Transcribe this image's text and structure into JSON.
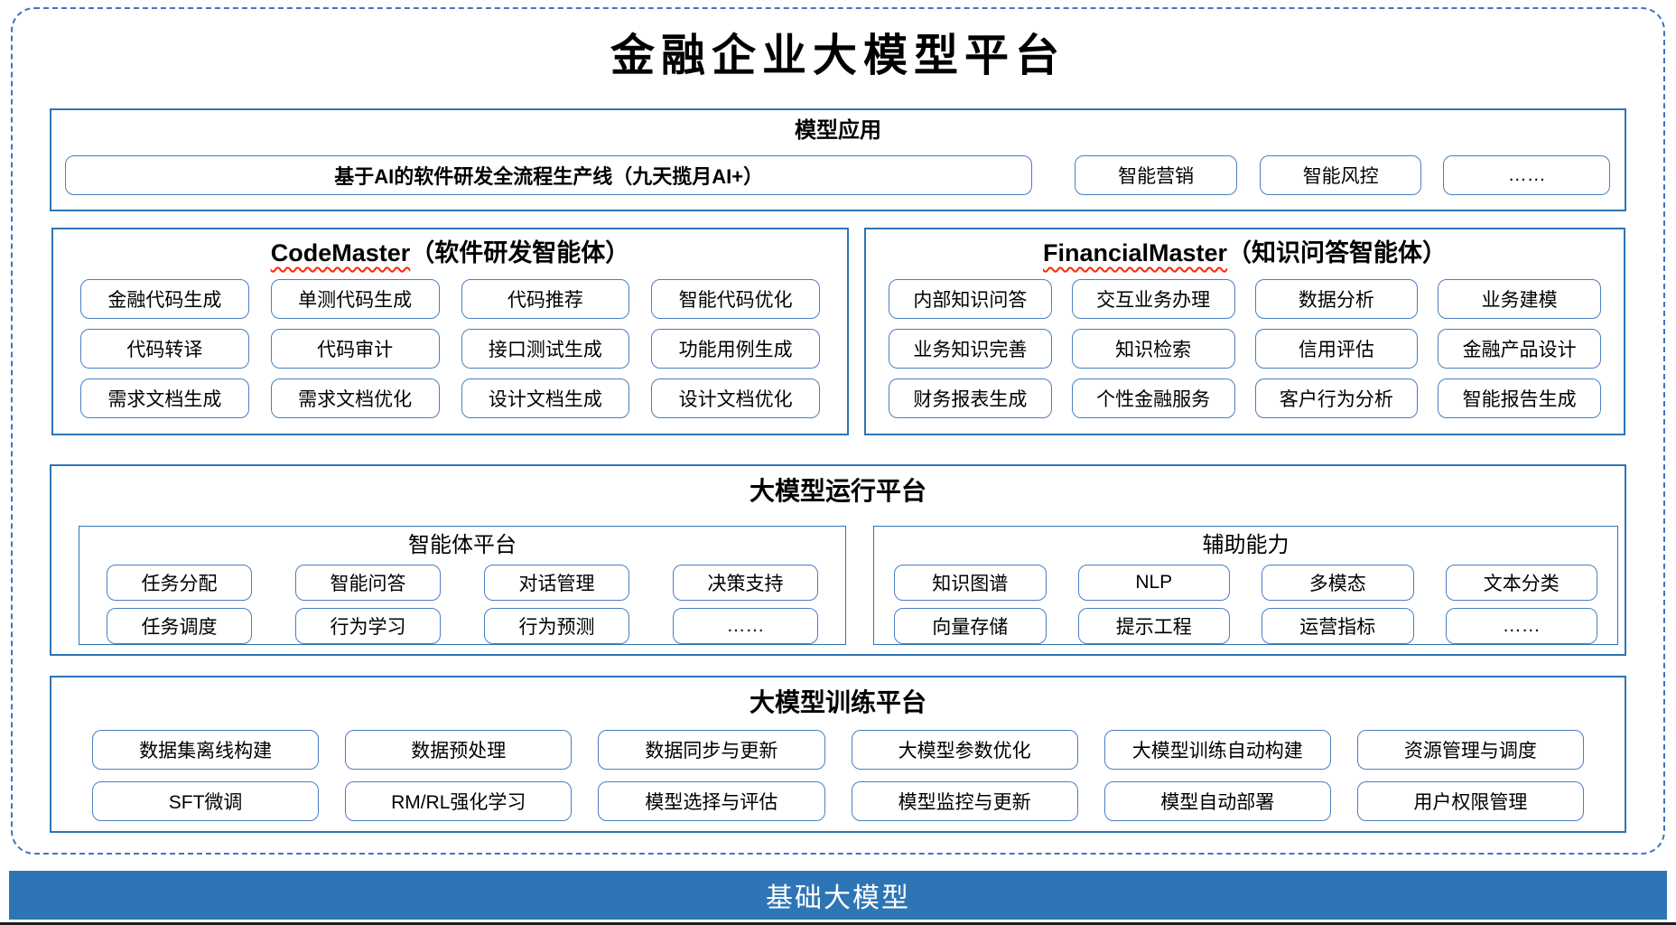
{
  "diagram": {
    "title": "金融企业大模型平台",
    "foundation_bar": "基础大模型"
  },
  "colors": {
    "section_border": "#2E75B6",
    "chip_border": "#4a7fc1",
    "dashed_border": "#4472C4",
    "bar_blue": "#2E75B6",
    "squiggle_red": "#FF2600"
  },
  "model_application": {
    "header": "模型应用",
    "main_item": "基于AI的软件研发全流程生产线（九天揽月AI+）",
    "items": [
      "智能营销",
      "智能风控",
      "……"
    ]
  },
  "agents": [
    {
      "name_en": "CodeMaster",
      "name_zh": "（软件研发智能体）",
      "items": [
        "金融代码生成",
        "单测代码生成",
        "代码推荐",
        "智能代码优化",
        "代码转译",
        "代码审计",
        "接口测试生成",
        "功能用例生成",
        "需求文档生成",
        "需求文档优化",
        "设计文档生成",
        "设计文档优化"
      ]
    },
    {
      "name_en": "FinancialMaster",
      "name_zh": "（知识问答智能体）",
      "items": [
        "内部知识问答",
        "交互业务办理",
        "数据分析",
        "业务建模",
        "业务知识完善",
        "知识检索",
        "信用评估",
        "金融产品设计",
        "财务报表生成",
        "个性金融服务",
        "客户行为分析",
        "智能报告生成"
      ]
    }
  ],
  "runtime_platform": {
    "header": "大模型运行平台",
    "groups": [
      {
        "name": "智能体平台",
        "items": [
          "任务分配",
          "智能问答",
          "对话管理",
          "决策支持",
          "任务调度",
          "行为学习",
          "行为预测",
          "……"
        ]
      },
      {
        "name": "辅助能力",
        "items": [
          "知识图谱",
          "NLP",
          "多模态",
          "文本分类",
          "向量存储",
          "提示工程",
          "运营指标",
          "……"
        ]
      }
    ]
  },
  "training_platform": {
    "header": "大模型训练平台",
    "items": [
      "数据集离线构建",
      "数据预处理",
      "数据同步与更新",
      "大模型参数优化",
      "大模型训练自动构建",
      "资源管理与调度",
      "SFT微调",
      "RM/RL强化学习",
      "模型选择与评估",
      "模型监控与更新",
      "模型自动部署",
      "用户权限管理"
    ]
  }
}
